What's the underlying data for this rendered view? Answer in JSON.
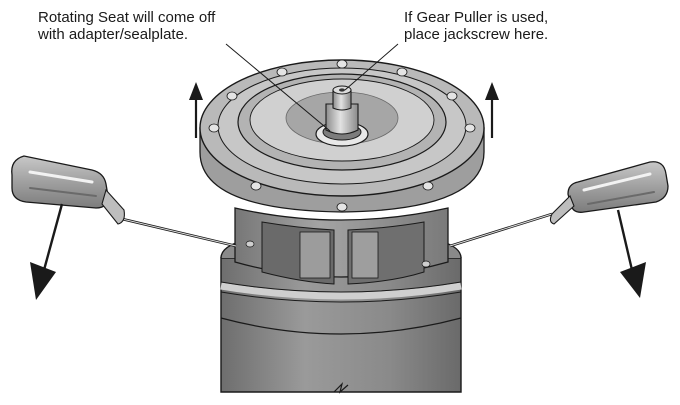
{
  "callouts": {
    "rotating_seat": {
      "line1": "Rotating Seat will come off",
      "line2": "with adapter/sealplate."
    },
    "gear_puller": {
      "line1": "If Gear Puller is used,",
      "line2": "place jackscrew here."
    }
  },
  "arrows": {
    "up_direction": "up",
    "down_direction": "down-outward"
  },
  "colors": {
    "line": "#1a1a1a",
    "housing": "#8f8f8f",
    "housing_dark": "#6e6e6e",
    "flange": "#b8b8b8",
    "flange_light": "#d6d6d6",
    "face": "#a8a8a8",
    "background": "#ffffff"
  },
  "icons": {
    "up_arrow": "arrow-up-icon",
    "down_arrow": "arrow-down-icon",
    "screwdriver": "screwdriver-icon"
  }
}
